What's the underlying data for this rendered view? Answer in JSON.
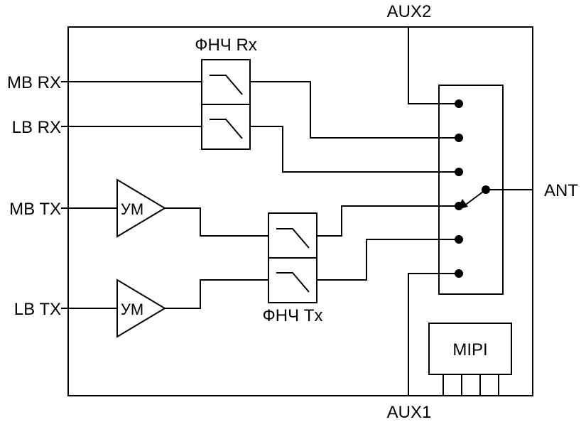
{
  "labels": {
    "mb_rx": "MB RX",
    "lb_rx": "LB RX",
    "mb_tx": "MB TX",
    "lb_tx": "LB TX",
    "ant": "ANT",
    "aux1": "AUX1",
    "aux2": "AUX2",
    "mipi": "MIPI",
    "filter_rx": "ФНЧ Rx",
    "filter_tx": "ФНЧ Tx",
    "amp": "УМ"
  }
}
